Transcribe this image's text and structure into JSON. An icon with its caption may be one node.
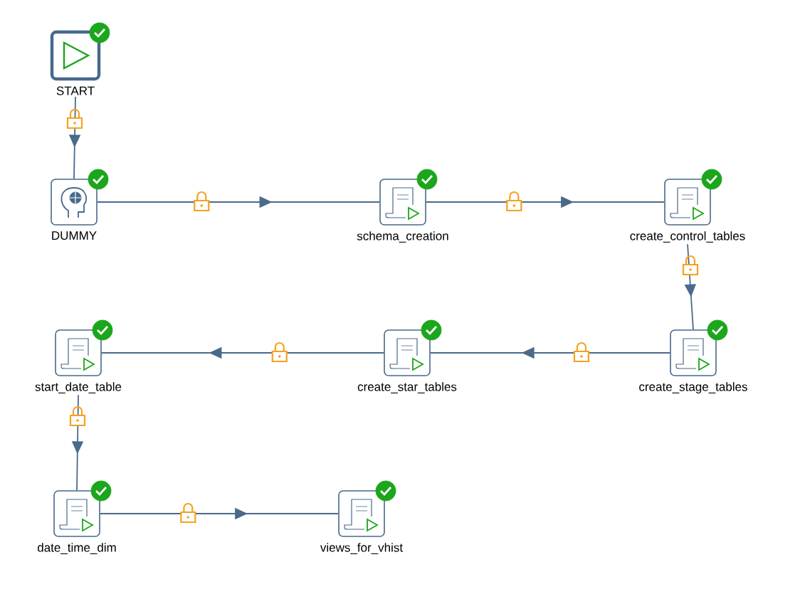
{
  "diagram": {
    "nodes": [
      {
        "text": [
          "START"
        ]
      },
      {
        "text": [
          "DUMMY"
        ]
      },
      {
        "text": [
          "schema_creation"
        ]
      },
      {
        "text": [
          "create_control_tables"
        ]
      },
      {
        "text": [
          "create_stage_tables"
        ]
      },
      {
        "text": [
          "create_star_tables"
        ]
      },
      {
        "text": [
          "start_date_table"
        ]
      },
      {
        "text": [
          "date_time_dim"
        ]
      },
      {
        "text": [
          "views_for_vhist"
        ]
      }
    ],
    "edges": [
      {
        "from": 0,
        "to": 1,
        "arrow": "to"
      },
      {
        "from": 1,
        "to": 2,
        "arrow": "to"
      },
      {
        "from": 2,
        "to": 3,
        "arrow": "to"
      },
      {
        "from": 3,
        "to": 4,
        "arrow": "to"
      },
      {
        "from": 4,
        "to": 5,
        "arrow": "to"
      },
      {
        "from": 5,
        "to": 6,
        "arrow": "to"
      },
      {
        "from": 6,
        "to": 7,
        "arrow": "to"
      },
      {
        "from": 7,
        "to": 8,
        "arrow": "to"
      }
    ]
  }
}
